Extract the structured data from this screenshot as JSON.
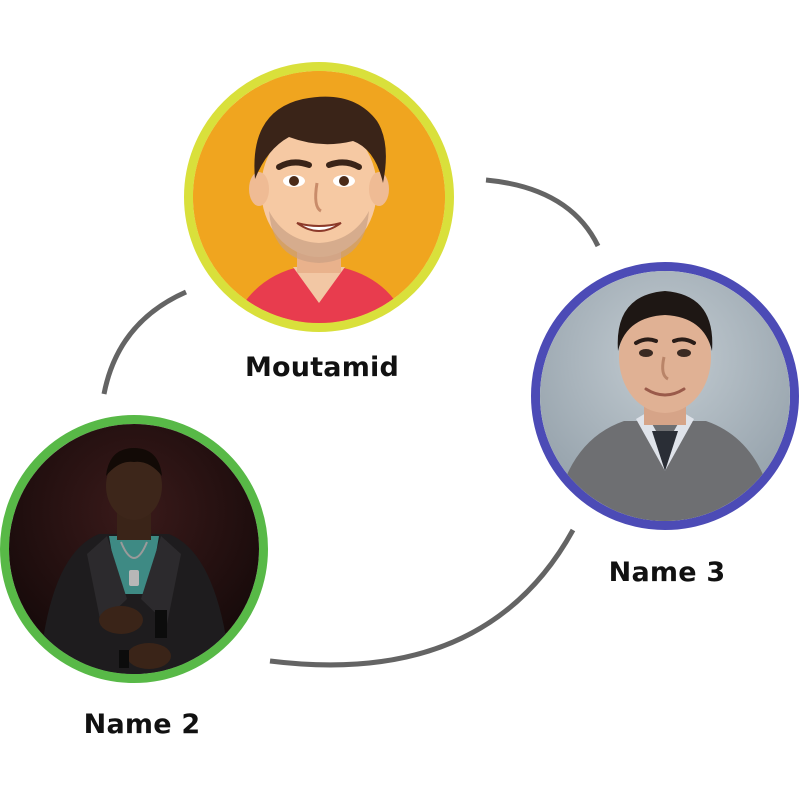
{
  "people": [
    {
      "name": "Moutamid",
      "ring_color": "#d9e03b",
      "avatar_icon": "cartoon-man-avatar-icon"
    },
    {
      "name": "Name 2",
      "ring_color": "#58b947",
      "avatar_icon": "man-in-dark-blazer-photo-icon"
    },
    {
      "name": "Name 3",
      "ring_color": "#4c4bb6",
      "avatar_icon": "smiling-man-in-gray-sweater-photo-icon"
    }
  ],
  "connector_color": "#646464"
}
